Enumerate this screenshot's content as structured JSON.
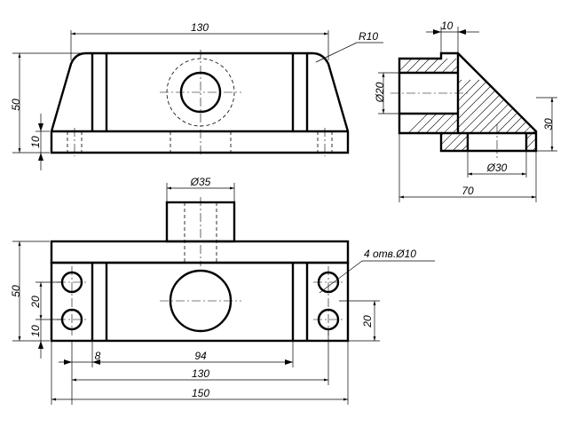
{
  "dimensions": {
    "front_top_width": "130",
    "fillet_radius": "R10",
    "front_height": "50",
    "base_height": "10",
    "side_top_offset": "10",
    "side_bore": "Ø20",
    "side_depth": "30",
    "side_hole": "Ø30",
    "side_width": "70",
    "boss_diameter": "Ø35",
    "holes_note": "4 отв.Ø10",
    "plan_height": "50",
    "plan_hole_spacing": "20",
    "plan_hole_offset": "10",
    "plan_right_spacing": "20",
    "plan_edge_offset": "8",
    "plan_inner_width": "94",
    "plan_holes_span": "130",
    "plan_total_width": "150"
  }
}
